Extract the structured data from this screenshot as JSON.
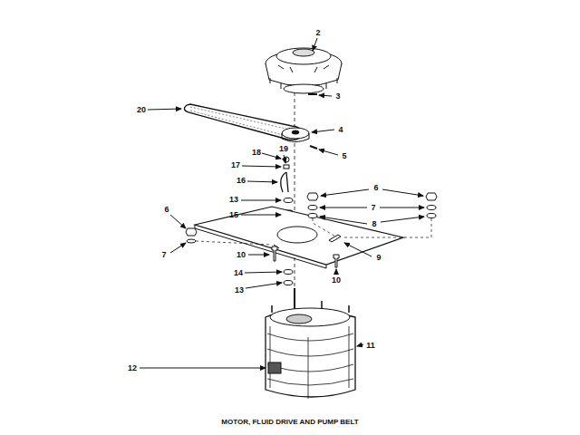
{
  "diagram": {
    "caption": "MOTOR, FLUID DRIVE AND PUMP BELT",
    "labels": [
      "2",
      "3",
      "20",
      "4",
      "5",
      "18",
      "19",
      "17",
      "16",
      "13",
      "15",
      "6",
      "7",
      "6",
      "7",
      "8",
      "9",
      "10",
      "10",
      "14",
      "13",
      "11",
      "12"
    ]
  }
}
